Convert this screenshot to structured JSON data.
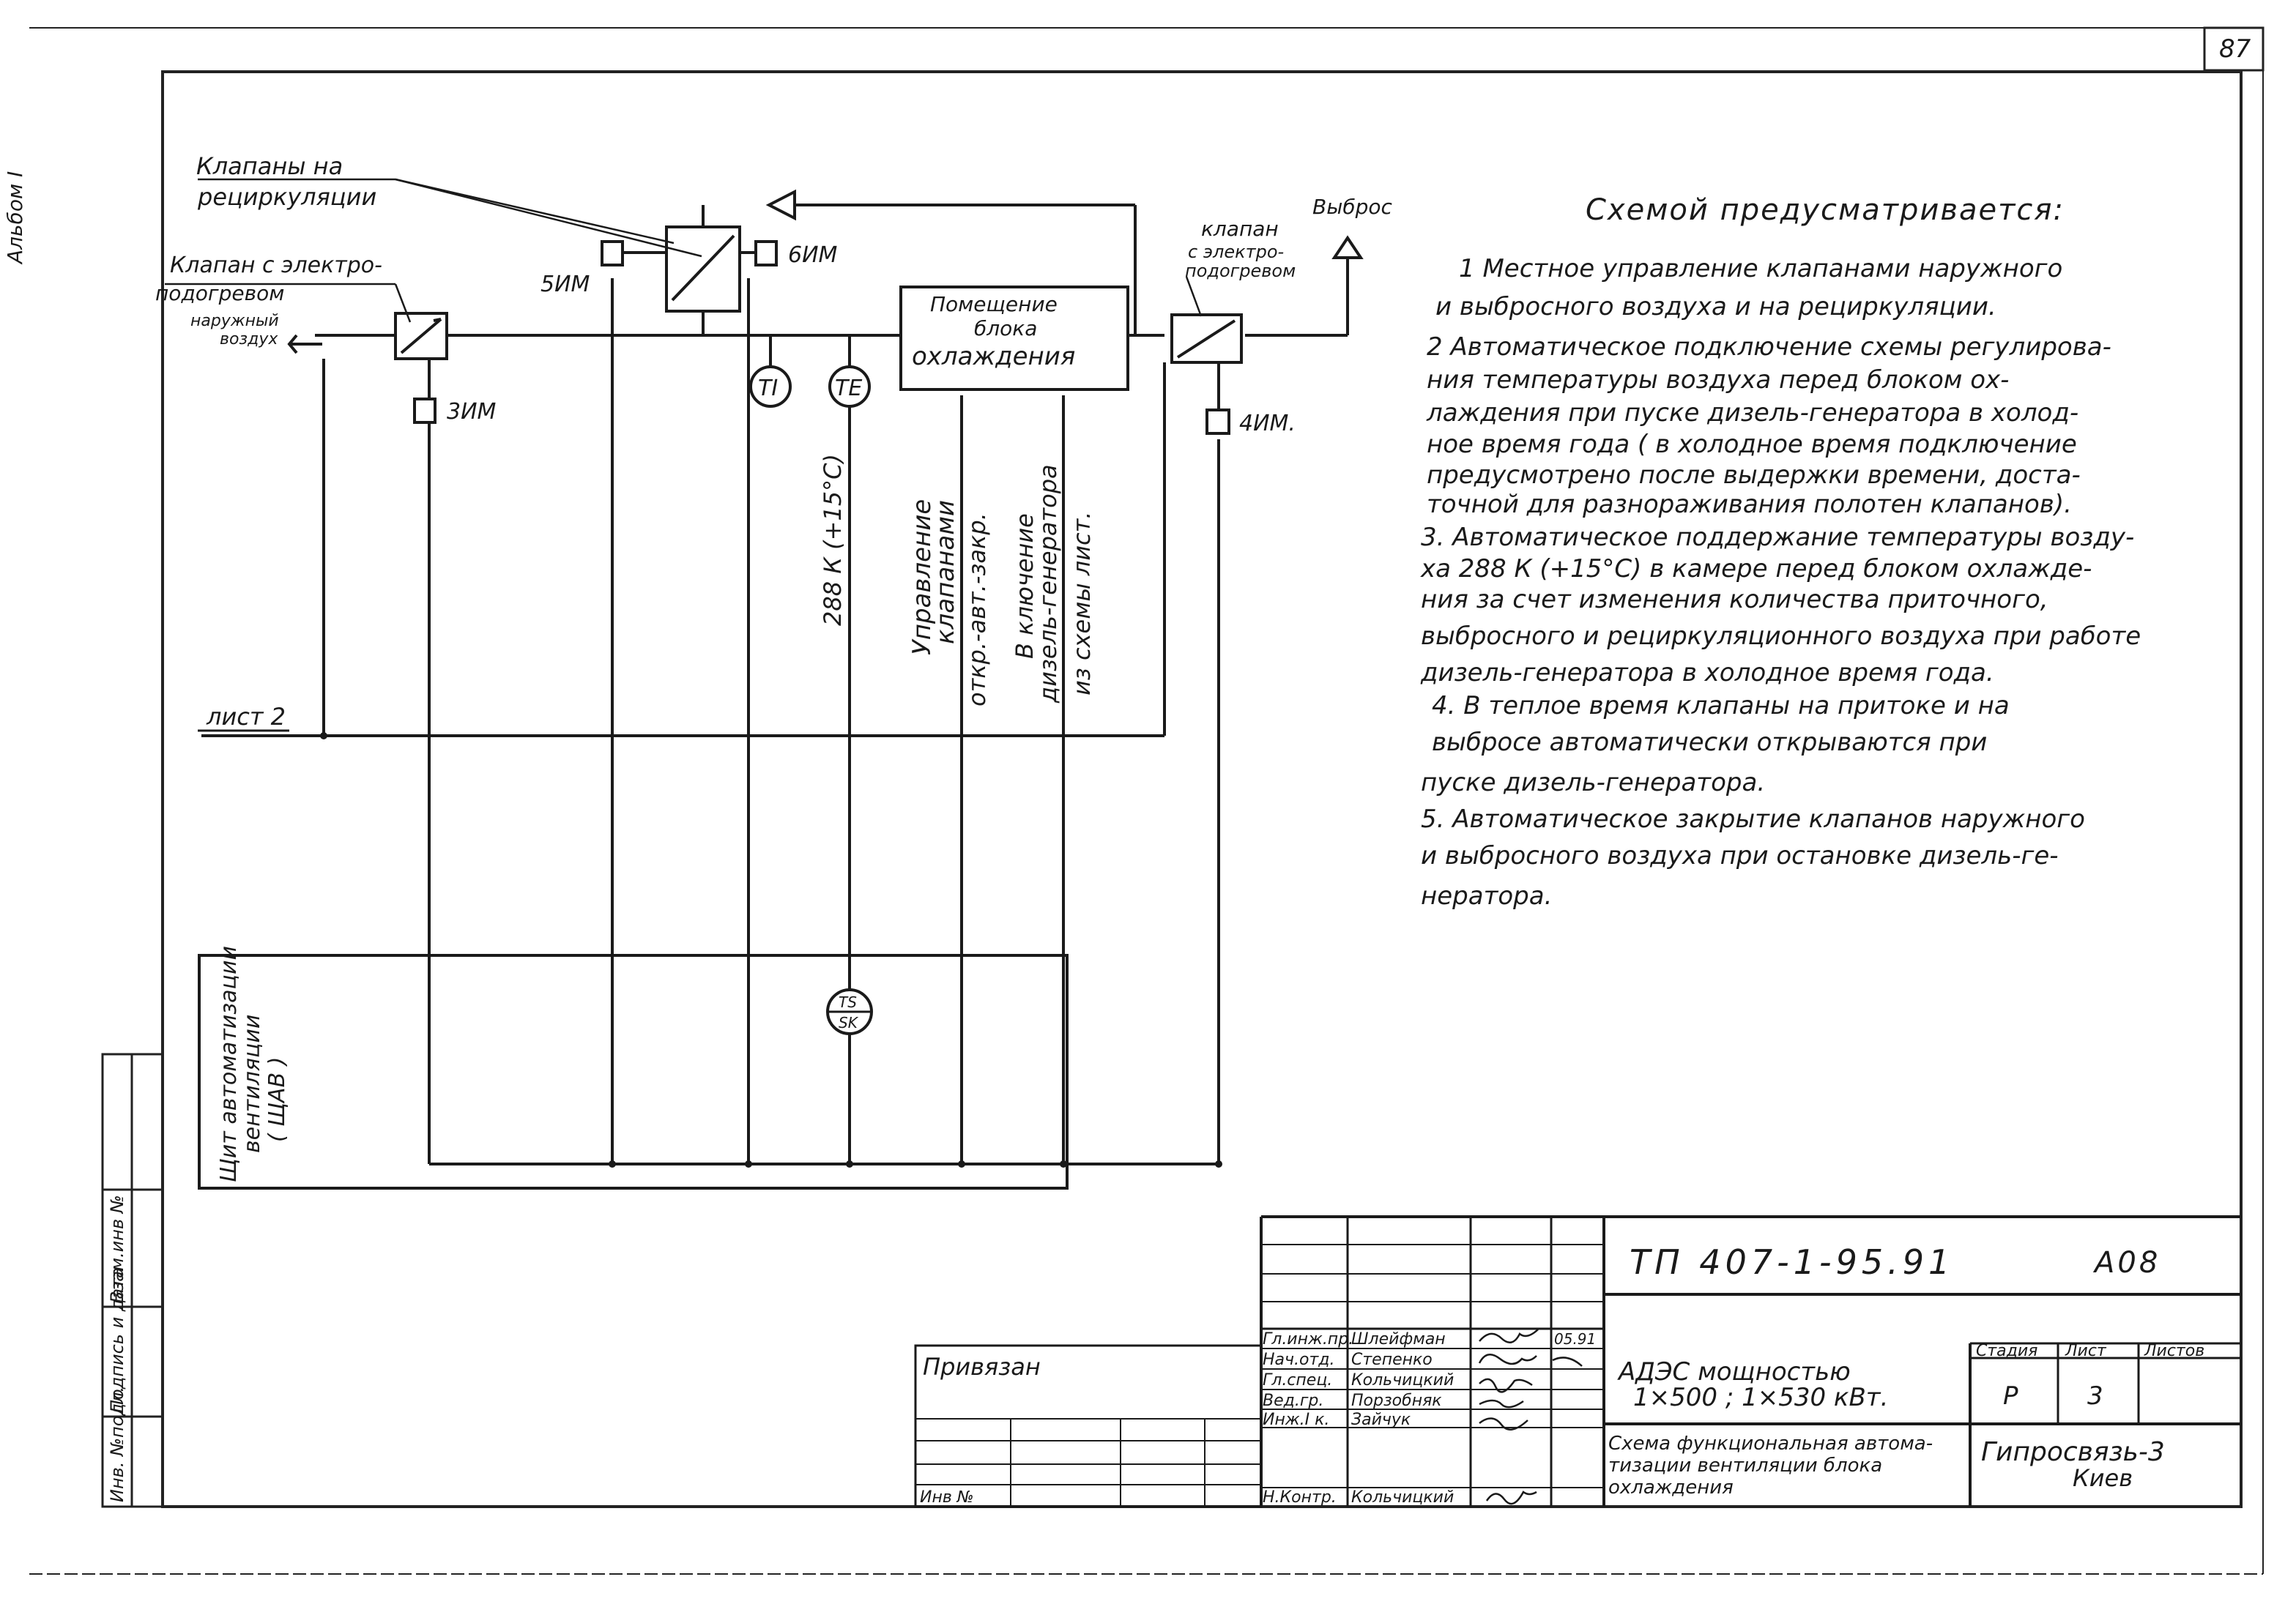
{
  "sheet_number": "87",
  "margin_side_text": "Альбом I",
  "diagram": {
    "valves_recirculation_label": [
      "Клапаны на",
      "рециркуляции"
    ],
    "valve_heated_left_label": [
      "Клапан с электро-",
      "подогревом",
      "наружный",
      "воздух"
    ],
    "valve_heated_right_label": [
      "клапан",
      "с электро-",
      "подогревом"
    ],
    "exhaust_label": "Выброс",
    "cooling_room_label": [
      "Помещение",
      "блока",
      "охлаждения"
    ],
    "actuators": {
      "im3": "3ИМ",
      "im4": "4ИМ.",
      "im5": "5ИМ",
      "im6": "6ИМ"
    },
    "sensors": {
      "ti": "TI",
      "te": "TE",
      "ts_top": "TS",
      "ts_bottom": "SK"
    },
    "sheet_ref": "лист 2",
    "control_panel_label": [
      "Щит автоматизации",
      "вентиляции",
      "( ЩАВ )"
    ],
    "vertical_notes": [
      "288 К (+15°С)",
      "Управление",
      "клапанами",
      "откр.-авт.-закр.",
      "В ключение",
      "дизель-генератора",
      "из схемы лист."
    ]
  },
  "notes": {
    "heading": "Схемой предусматривается:",
    "lines": [
      "1 Местное управление клапанами наружного",
      "и выбросного воздуха и на рециркуляции.",
      "2 Автоматическое подключение схемы регулирова-",
      "ния температуры воздуха перед блоком ох-",
      "лаждения при пуске дизель-генератора в холод-",
      "ное время года ( в холодное время подключение",
      "предусмотрено после выдержки времени, доста-",
      "точной для разнораживания полотен клапанов).",
      "3. Автоматическое поддержание температуры возду-",
      "ха 288 К (+15°С) в камере перед блоком охлажде-",
      "ния за счет изменения количества приточного,",
      "выбросного и рециркуляционного воздуха при работе",
      "дизель-генератора в холодное время года.",
      "4. В теплое время клапаны на притоке и на",
      "выбросе автоматически открываются при",
      "пуске дизель-генератора.",
      "5. Автоматическое закрытие клапанов наружного",
      "и выбросного воздуха при остановке дизель-ге-",
      "нератора."
    ]
  },
  "title_block": {
    "doc_code": "ТП 407-1-95.91",
    "sheet_code": "А08",
    "object_name": [
      "АДЭС мощностью",
      "1×500 ; 1×530 кВт."
    ],
    "drawing_title": [
      "Схема функциональная автома-",
      "тизации вентиляции блока",
      "охлаждения"
    ],
    "stage_header": "Стадия",
    "sheet_header": "Лист",
    "sheets_header": "Листов",
    "stage": "Р",
    "sheet": "3",
    "organization": [
      "Гипросвязь-3",
      "Киев"
    ],
    "roles": [
      {
        "role": "Гл.инж.пр.",
        "name": "Шлейфман"
      },
      {
        "role": "Нач.отд.",
        "name": "Степенко"
      },
      {
        "role": "Гл.спец.",
        "name": "Кольчицкий"
      },
      {
        "role": "Вед.гр.",
        "name": "Порзобняк"
      },
      {
        "role": "Инж.I к.",
        "name": "Зайчук"
      },
      {
        "role": "Н.Контр.",
        "name": "Кольчицкий"
      }
    ],
    "date_fragment": "05.91",
    "bound_label": "Привязан",
    "inv_label": "Инв №",
    "side_stamp": [
      "Инв. №подл.",
      "Подпись и дата",
      "Взам.инв №"
    ]
  }
}
